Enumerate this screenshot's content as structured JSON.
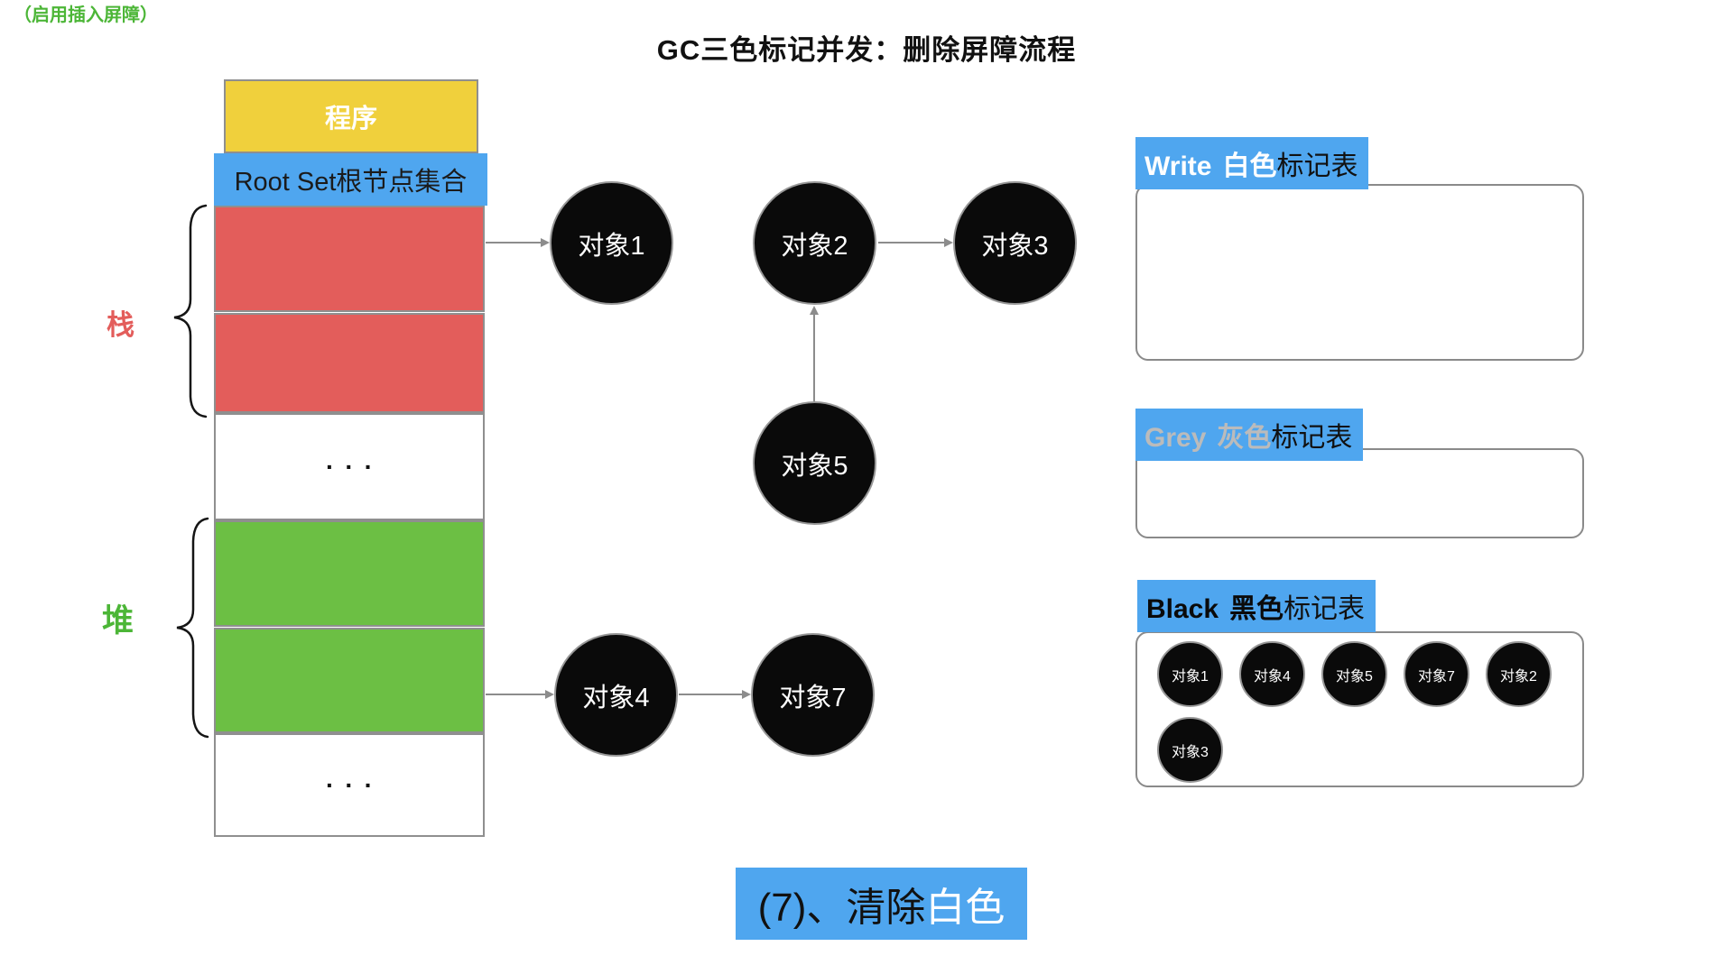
{
  "title": "GC三色标记并发：删除屏障流程",
  "memory": {
    "program": "程序",
    "root_set": "Root Set根节点集合",
    "stack_label": "栈",
    "heap_label": "堆",
    "heap_note": "（启用插入屏障）",
    "ellipsis": "···"
  },
  "graph": {
    "obj1": "对象1",
    "obj2": "对象2",
    "obj3": "对象3",
    "obj4": "对象4",
    "obj5": "对象5",
    "obj7": "对象7"
  },
  "panels": {
    "white": {
      "en": "Write",
      "color_word": "白色",
      "suffix": "标记表",
      "items": []
    },
    "grey": {
      "en": "Grey",
      "color_word": "灰色",
      "suffix": "标记表",
      "items": []
    },
    "black": {
      "en": "Black",
      "color_word": "黑色",
      "suffix": "标记表",
      "items": [
        "对象1",
        "对象4",
        "对象5",
        "对象7",
        "对象2",
        "对象3"
      ]
    }
  },
  "footer": {
    "step": "(7)、清除",
    "highlight": "白色"
  },
  "colors": {
    "highlight_blue": "#4FA6EF",
    "stack_red": "#E35D5B",
    "heap_green": "#6CBF44",
    "program_yellow": "#F0D03C",
    "object_black": "#0A0A0A",
    "grey_text": "#BBBBBB",
    "arrow_grey": "#8C8C8C"
  }
}
